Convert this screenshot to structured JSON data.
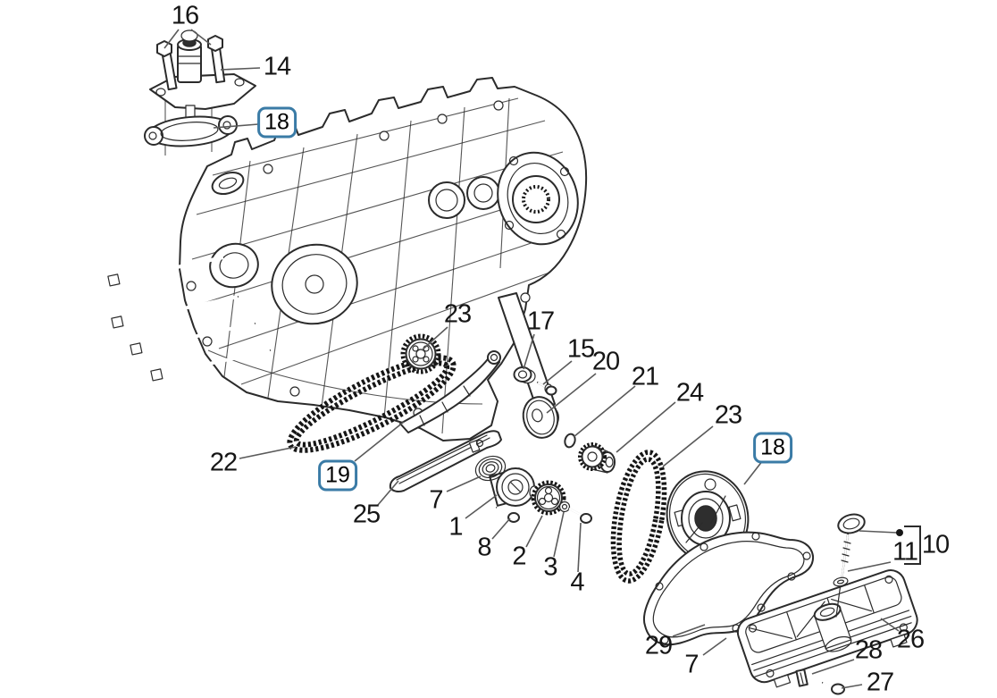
{
  "colors": {
    "highlight": "#3a7ba6",
    "line": "#2b2b2b",
    "leader": "#5a5a5a",
    "chain": "#161616",
    "text": "#161616",
    "background": "#ffffff"
  },
  "callouts": [
    {
      "label": "16",
      "style": "plain"
    },
    {
      "label": "14",
      "style": "plain"
    },
    {
      "label": "18",
      "style": "boxed"
    },
    {
      "label": "23",
      "style": "plain"
    },
    {
      "label": "17",
      "style": "plain"
    },
    {
      "label": "15",
      "style": "plain"
    },
    {
      "label": "20",
      "style": "plain"
    },
    {
      "label": "21",
      "style": "plain"
    },
    {
      "label": "24",
      "style": "plain"
    },
    {
      "label": "23",
      "style": "plain"
    },
    {
      "label": "18",
      "style": "boxed"
    },
    {
      "label": "22",
      "style": "plain"
    },
    {
      "label": "19",
      "style": "boxed"
    },
    {
      "label": "25",
      "style": "plain"
    },
    {
      "label": "7",
      "style": "plain"
    },
    {
      "label": "1",
      "style": "plain"
    },
    {
      "label": "8",
      "style": "plain"
    },
    {
      "label": "2",
      "style": "plain"
    },
    {
      "label": "3",
      "style": "plain"
    },
    {
      "label": "4",
      "style": "plain"
    },
    {
      "label": "11",
      "style": "plain"
    },
    {
      "label": "10",
      "style": "plain"
    },
    {
      "label": "26",
      "style": "plain"
    },
    {
      "label": "29",
      "style": "plain"
    },
    {
      "label": "7",
      "style": "plain"
    },
    {
      "label": "28",
      "style": "plain"
    },
    {
      "label": "27",
      "style": "plain"
    }
  ]
}
